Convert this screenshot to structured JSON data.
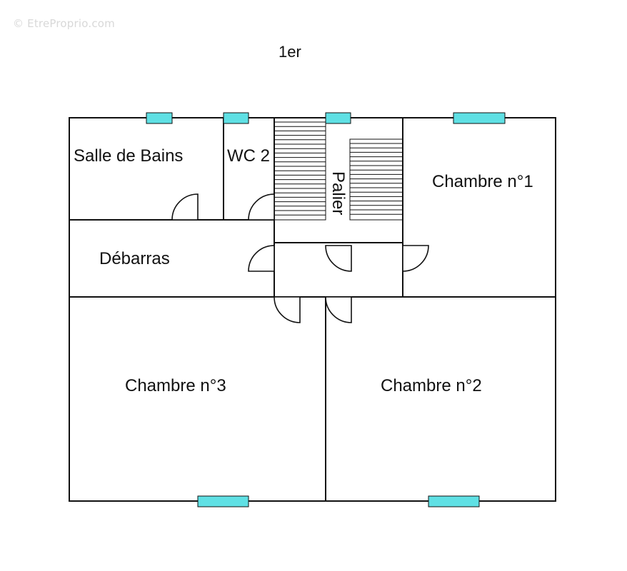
{
  "watermark": "© EtreProprio.com",
  "floor_label": "1er",
  "rooms": {
    "salle_de_bains": "Salle de Bains",
    "wc2": "WC 2",
    "palier": "Palier",
    "chambre1": "Chambre n°1",
    "debarras": "Débarras",
    "chambre3": "Chambre n°3",
    "chambre2": "Chambre n°2"
  },
  "colors": {
    "window": "#5fe0e4",
    "wall": "#111111"
  }
}
